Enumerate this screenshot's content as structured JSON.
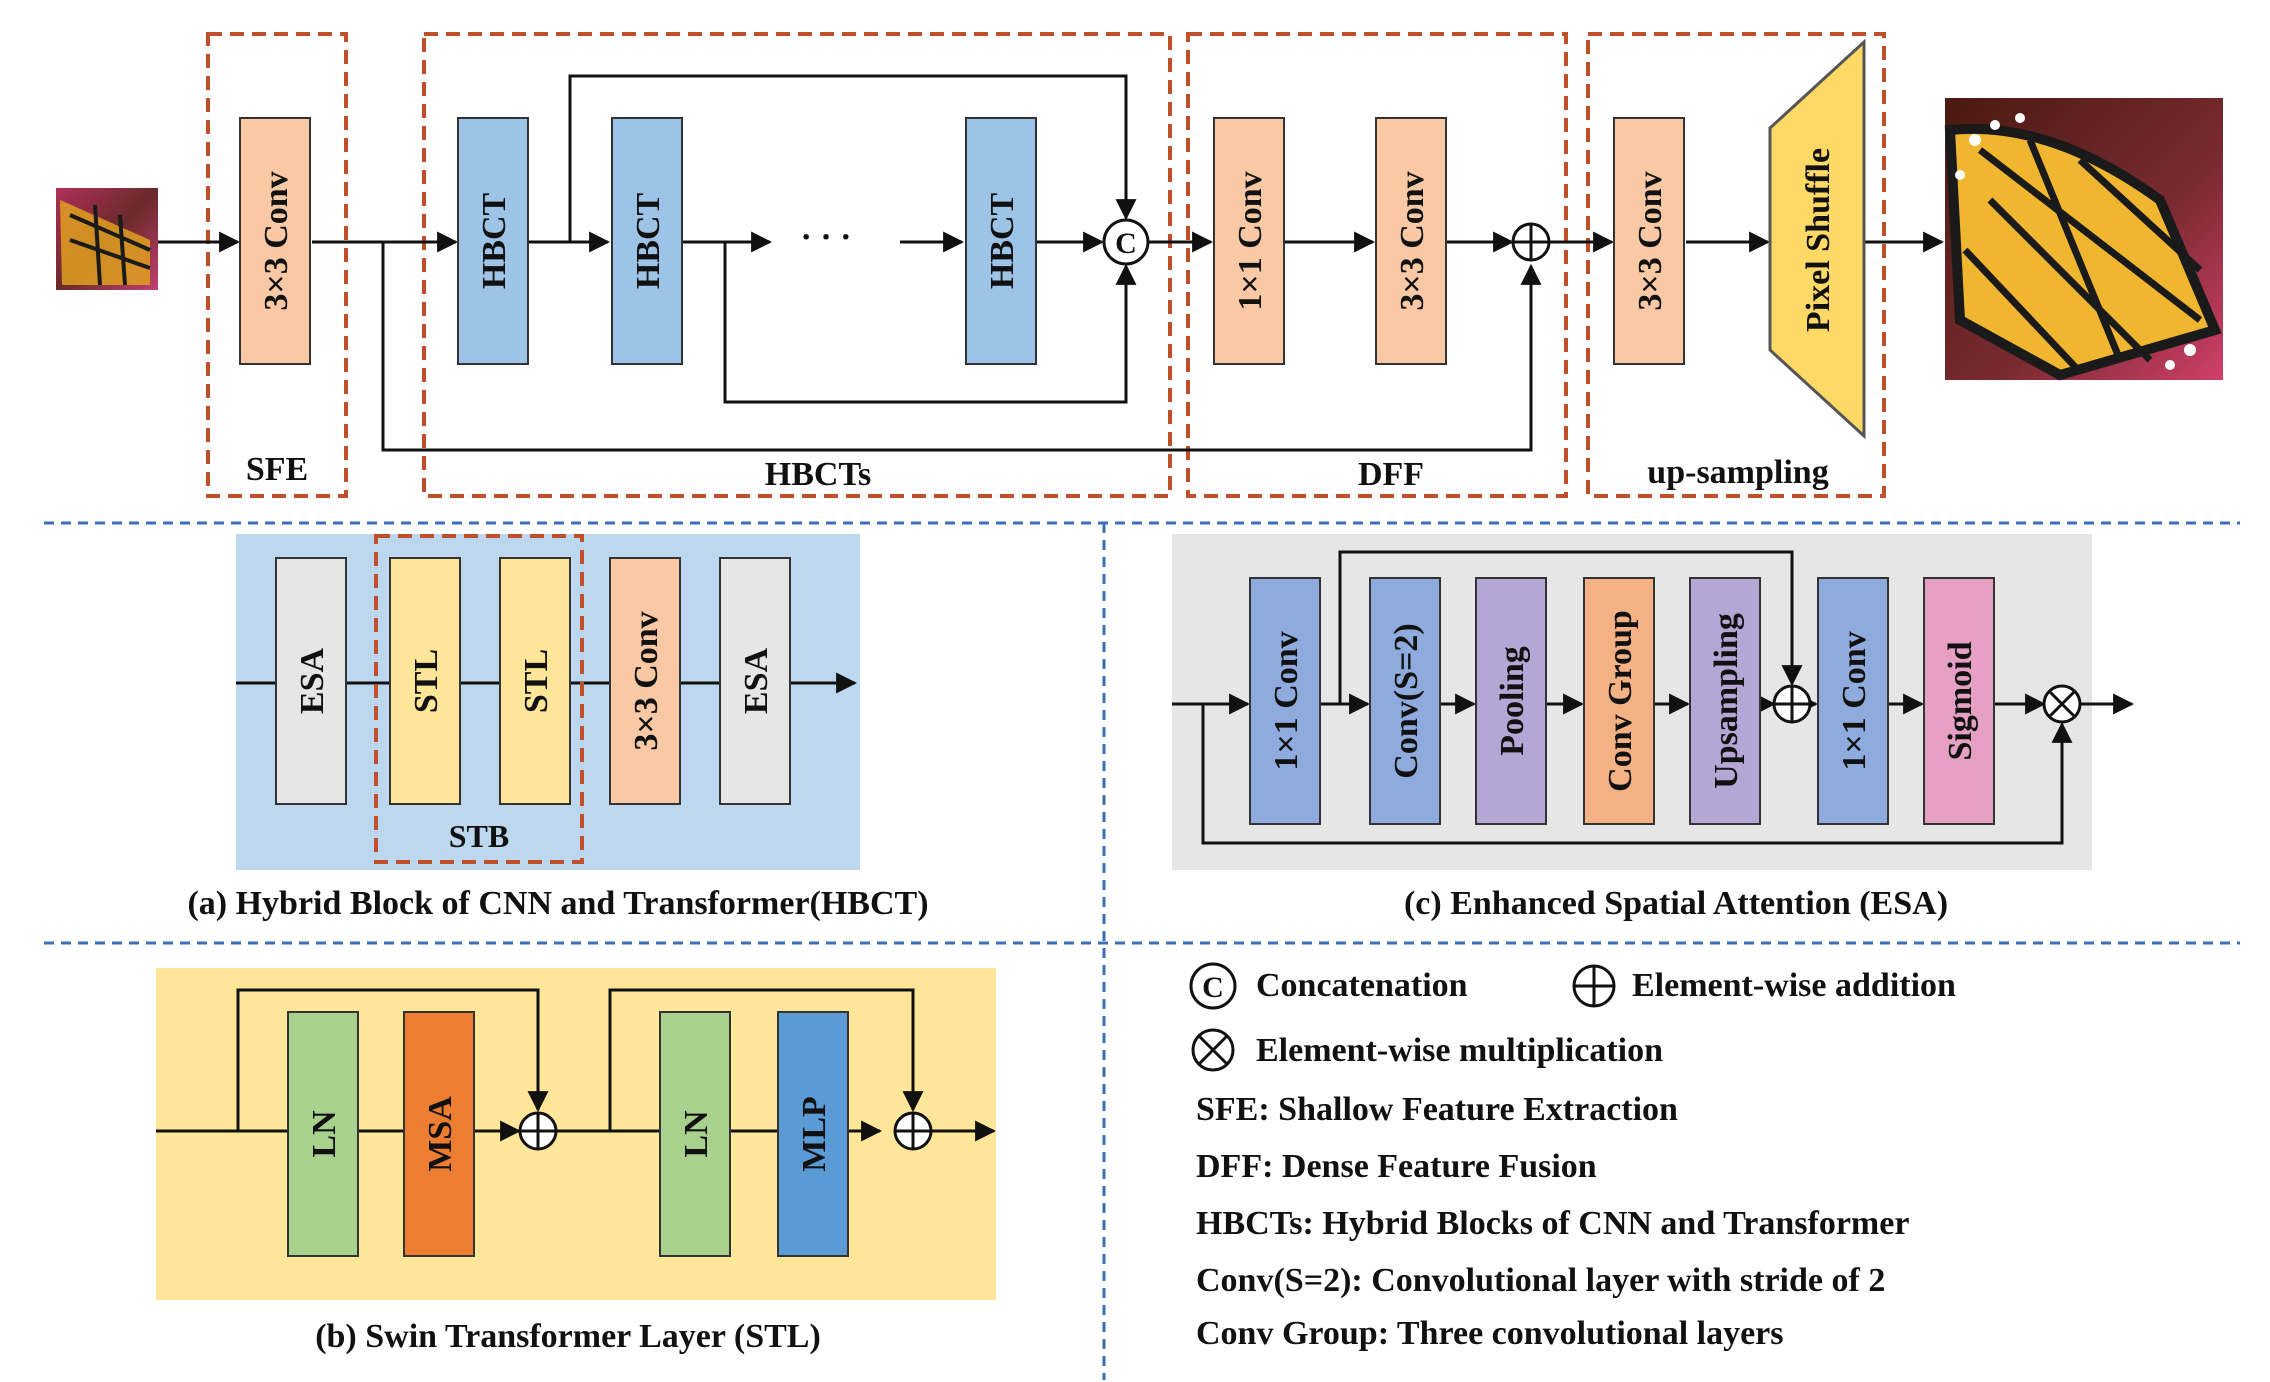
{
  "main_pipeline": {
    "sfe_conv": "3×3 Conv",
    "hbct_blocks": [
      "HBCT",
      "HBCT",
      "HBCT"
    ],
    "ellipsis": "· · ·",
    "concat_symbol": "C",
    "dff_conv1": "1×1 Conv",
    "dff_conv2": "3×3 Conv",
    "up_conv": "3×3 Conv",
    "pixel_shuffle": "Pixel Shuffle",
    "groups": {
      "sfe": "SFE",
      "hbcts": "HBCTs",
      "dff": "DFF",
      "upsampling": "up-sampling"
    }
  },
  "panel_a": {
    "blocks": [
      "ESA",
      "STL",
      "STL",
      "3×3 Conv",
      "ESA"
    ],
    "stb_label": "STB",
    "caption": "(a) Hybrid Block of CNN and Transformer(HBCT)"
  },
  "panel_b": {
    "blocks": [
      "LN",
      "MSA",
      "LN",
      "MLP"
    ],
    "caption": "(b) Swin Transformer Layer (STL)"
  },
  "panel_c": {
    "blocks": [
      "1×1 Conv",
      "Conv(S=2)",
      "Pooling",
      "Conv Group",
      "Upsampling",
      "1×1 Conv",
      "Sigmoid"
    ],
    "caption": "(c) Enhanced Spatial Attention (ESA)"
  },
  "legend": {
    "concatenation": "Concatenation",
    "addition": "Element-wise addition",
    "multiplication": "Element-wise multiplication",
    "definitions": [
      "SFE: Shallow Feature Extraction",
      "DFF: Dense Feature Fusion",
      "HBCTs: Hybrid Blocks of CNN and Transformer",
      "Conv(S=2): Convolutional layer with stride of 2",
      "Conv Group: Three convolutional layers"
    ]
  },
  "colors": {
    "conv": "#f9c9a6",
    "hbct": "#9dc3e6",
    "pixel_shuffle": "#ffd966",
    "group_frame": "#c0502a",
    "separator": "#3d6fb8",
    "esa": "#e7e6e6",
    "stl": "#ffe699",
    "panel_a_bg": "#bdd7ee",
    "panel_b_bg": "#ffe699",
    "panel_c_bg": "#e7e6e6",
    "ln": "#a9d18e",
    "msa": "#ed7d31",
    "mlp": "#5b9bd5",
    "esa_conv": "#8faadc",
    "pooling": "#b4a7d6",
    "conv_group": "#f4b183",
    "upsampling": "#b4a7d6",
    "sigmoid": "#e6a0c4"
  }
}
